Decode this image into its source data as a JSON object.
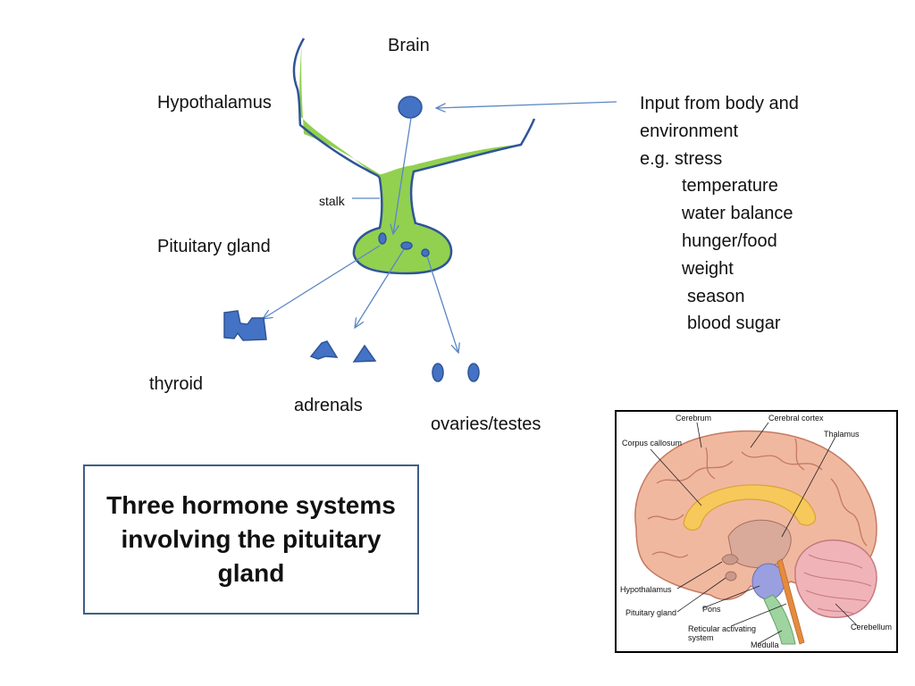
{
  "labels": {
    "brain": "Brain",
    "hypothalamus": "Hypothalamus",
    "stalk": "stalk",
    "pituitary": "Pituitary gland",
    "thyroid": "thyroid",
    "adrenals": "adrenals",
    "ovaries_testes": "ovaries/testes"
  },
  "input": {
    "line1": "Input from body  and",
    "line2": "environment",
    "line3": "e.g. stress",
    "items": [
      "temperature",
      "water balance",
      "hunger/food",
      "weight",
      "season",
      "blood sugar"
    ]
  },
  "caption": "Three hormone systems involving the pituitary gland",
  "brain_image": {
    "labels": {
      "cerebrum": "Cerebrum",
      "cerebral_cortex": "Cerebral cortex",
      "corpus_callosum": "Corpus callosum",
      "thalamus": "Thalamus",
      "hypothalamus": "Hypothalamus",
      "pituitary_gland": "Pituitary gland",
      "pons": "Pons",
      "reticular": "Reticular activating system",
      "medulla": "Medulla",
      "cerebellum": "Cerebellum"
    }
  },
  "colors": {
    "gland_green": "#92d050",
    "outline_blue": "#2f5597",
    "organ_blue": "#4472c4",
    "arrow_blue": "#5b87c5"
  }
}
